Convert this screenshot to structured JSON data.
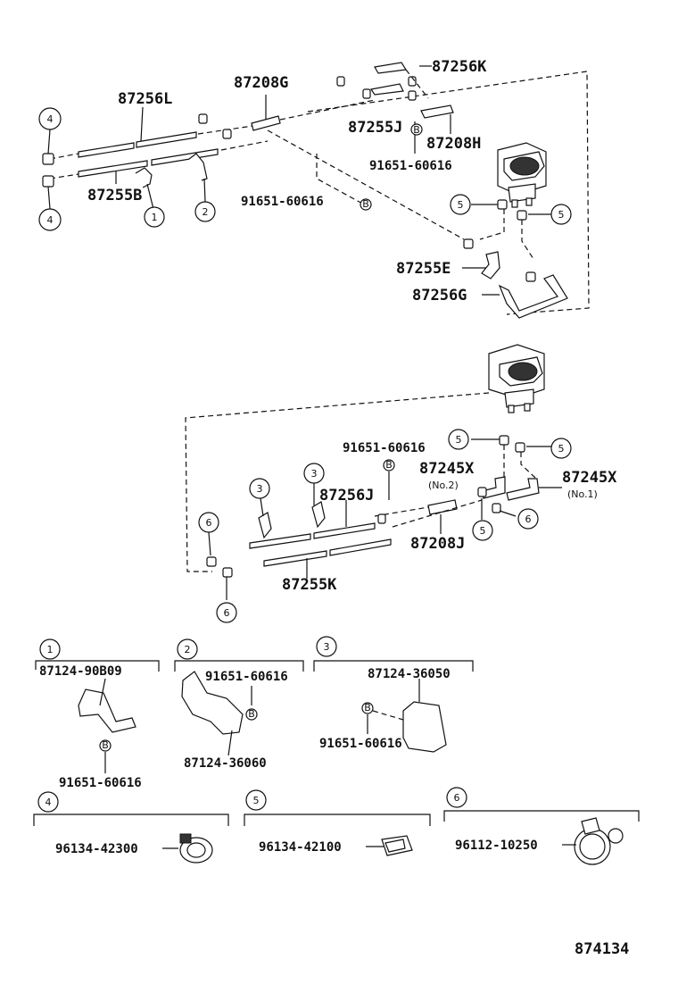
{
  "labels": {
    "p87256L": "87256L",
    "p87208G": "87208G",
    "p87256K": "87256K",
    "p87255J": "87255J",
    "p87208H": "87208H",
    "p91651_top": "91651-60616",
    "p87255B": "87255B",
    "p91651_mid": "91651-60616",
    "p87255E": "87255E",
    "p87256G": "87256G",
    "p91651_low": "91651-60616",
    "p87245X_2": "87245X",
    "no2": "(No.2)",
    "p87245X_1": "87245X",
    "no1": "(No.1)",
    "p87256J": "87256J",
    "p87208J": "87208J",
    "p87255K": "87255K",
    "d1_part": "87124-90B09",
    "d1_bolt": "91651-60616",
    "d2_bolt": "91651-60616",
    "d2_part": "87124-36060",
    "d3_part": "87124-36050",
    "d3_bolt": "91651-60616",
    "d4_part": "96134-42300",
    "d5_part": "96134-42100",
    "d6_part": "96112-10250",
    "drawing_no": "874134"
  },
  "callouts": {
    "c1": "1",
    "c2": "2",
    "c3": "3",
    "c4": "4",
    "c5": "5",
    "c6": "6",
    "b": "B"
  }
}
